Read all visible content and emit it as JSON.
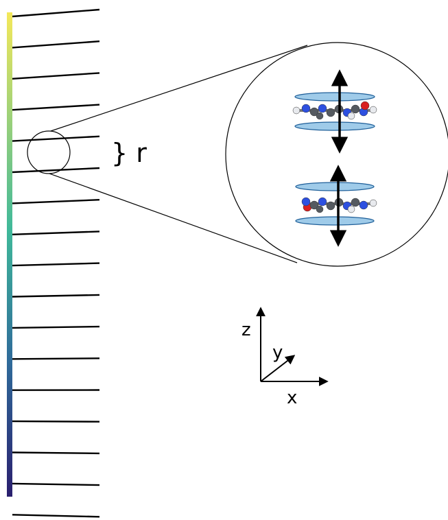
{
  "labels": {
    "spacing": "} r",
    "axis_z": "z",
    "axis_y": "y",
    "axis_x": "x"
  },
  "colors": {
    "gradient_top": "#f4e85a",
    "gradient_mid": "#3fb89a",
    "gradient_low": "#2f6b9a",
    "gradient_bottom": "#2a1f6e",
    "ring": "#9fcbe9",
    "ring_stroke": "#1f5f99",
    "carbon": "#555a60",
    "nitrogen": "#2d50e0",
    "oxygen": "#d92020",
    "hydrogen": "#e8eaee"
  },
  "icons": [
    "layer-stack",
    "magnifier-circle",
    "molecule-dipole-arrow",
    "axes-triad"
  ]
}
